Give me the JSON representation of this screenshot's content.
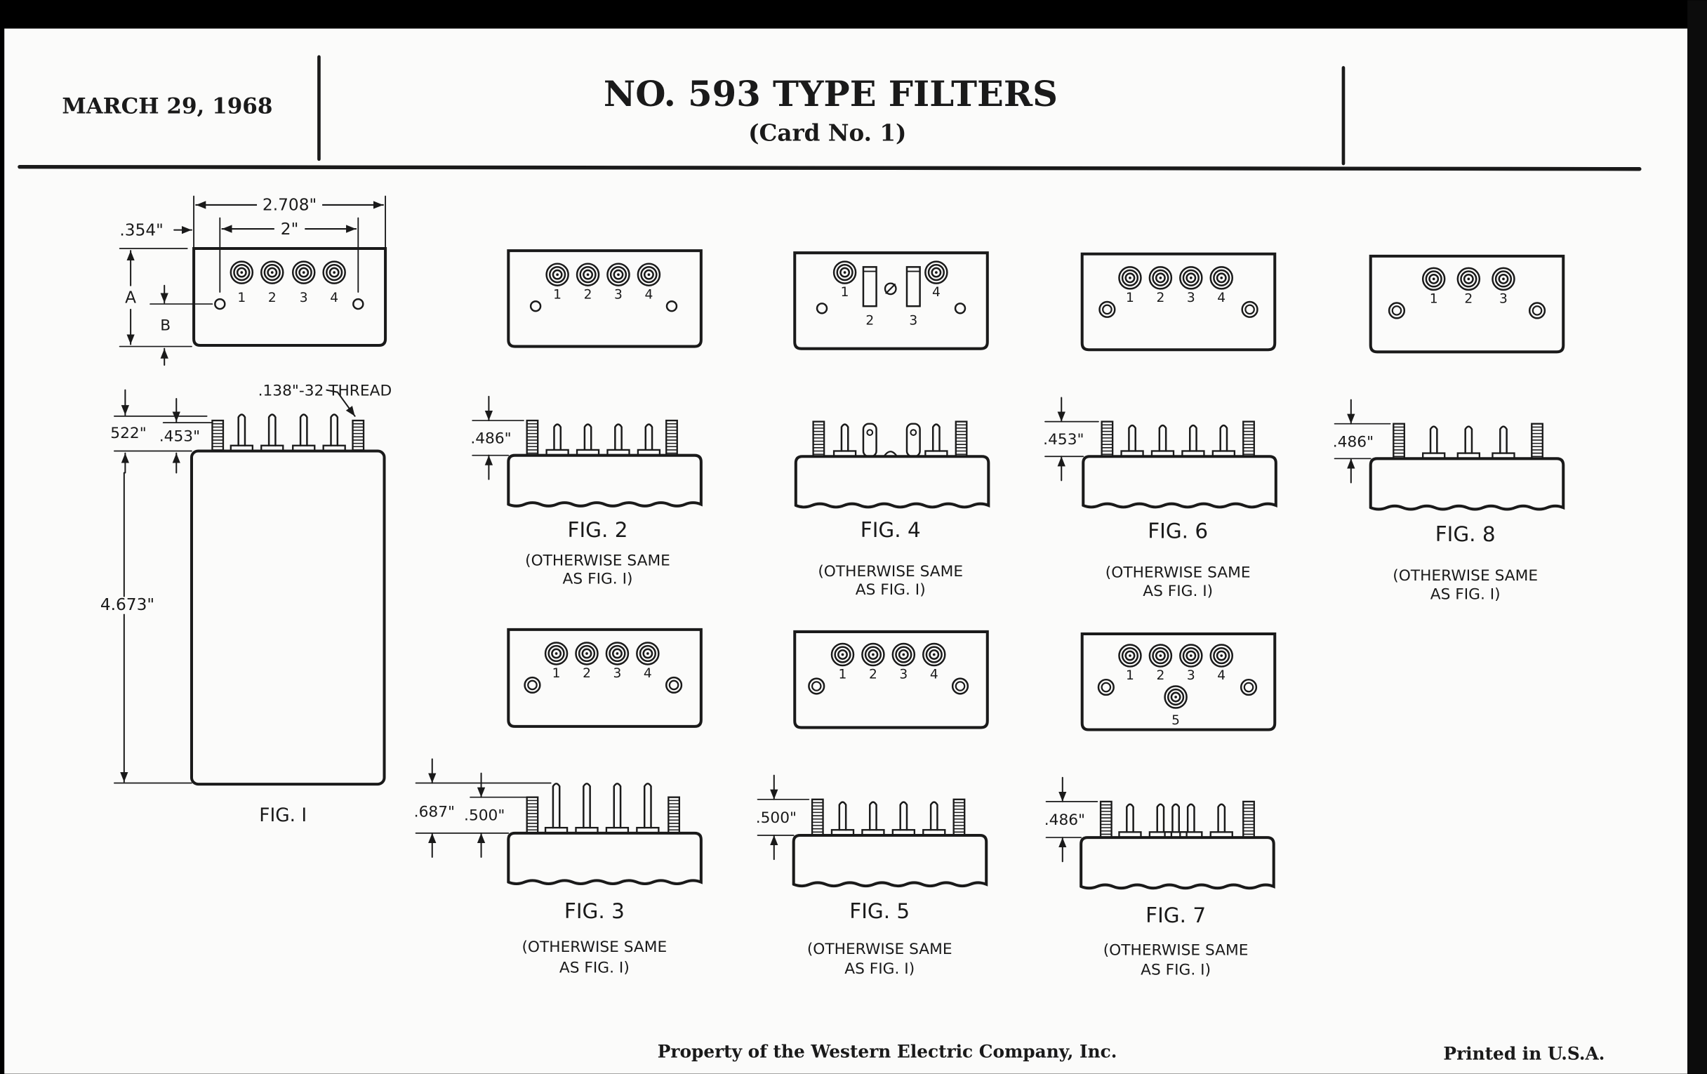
{
  "header": {
    "date": "MARCH 29, 1968",
    "title": "NO. 593 TYPE FILTERS",
    "subtitle": "(Card No. 1)"
  },
  "footer": {
    "property": "Property of the Western Electric Company, Inc.",
    "printed": "Printed in U.S.A."
  },
  "fig1": {
    "label": "FIG. I",
    "terminals": [
      "1",
      "2",
      "3",
      "4"
    ],
    "dim_overall_width": "2.708\"",
    "dim_hole_spacing": "2\"",
    "dim_offset": ".354\"",
    "dim_a": "A",
    "dim_b": "B",
    "thread_note": ".138\"-32 THREAD",
    "dim_stud_height": "522\"",
    "dim_pin_height": ".453\"",
    "dim_body_height": "4.673\""
  },
  "figures": [
    {
      "id": "fig2",
      "label": "FIG. 2",
      "caption": [
        "(OTHERWISE SAME",
        "AS FIG. I)"
      ],
      "terminals": [
        "1",
        "2",
        "3",
        "4"
      ],
      "dims": [
        ".486\""
      ]
    },
    {
      "id": "fig3",
      "label": "FIG. 3",
      "caption": [
        "(OTHERWISE SAME",
        "AS FIG. I)"
      ],
      "terminals": [
        "1",
        "2",
        "3",
        "4"
      ],
      "dims": [
        ".687\"",
        ".500\""
      ]
    },
    {
      "id": "fig4",
      "label": "FIG. 4",
      "caption": [
        "(OTHERWISE SAME",
        "AS FIG. I)"
      ],
      "terminals": [
        "1",
        "2",
        "3",
        "4"
      ],
      "dims": []
    },
    {
      "id": "fig5",
      "label": "FIG. 5",
      "caption": [
        "(OTHERWISE SAME",
        "AS FIG. I)"
      ],
      "terminals": [
        "1",
        "2",
        "3",
        "4"
      ],
      "dims": [
        ".500\""
      ]
    },
    {
      "id": "fig6",
      "label": "FIG. 6",
      "caption": [
        "(OTHERWISE SAME",
        "AS FIG. I)"
      ],
      "terminals": [
        "1",
        "2",
        "3",
        "4"
      ],
      "dims": [
        ".453\""
      ]
    },
    {
      "id": "fig7",
      "label": "FIG. 7",
      "caption": [
        "(OTHERWISE SAME",
        "AS FIG. I)"
      ],
      "terminals": [
        "1",
        "2",
        "3",
        "4",
        "5"
      ],
      "dims": [
        ".486\""
      ]
    },
    {
      "id": "fig8",
      "label": "FIG. 8",
      "caption": [
        "(OTHERWISE SAME",
        "AS FIG. I)"
      ],
      "terminals": [
        "1",
        "2",
        "3"
      ],
      "dims": [
        ".486\""
      ]
    }
  ]
}
